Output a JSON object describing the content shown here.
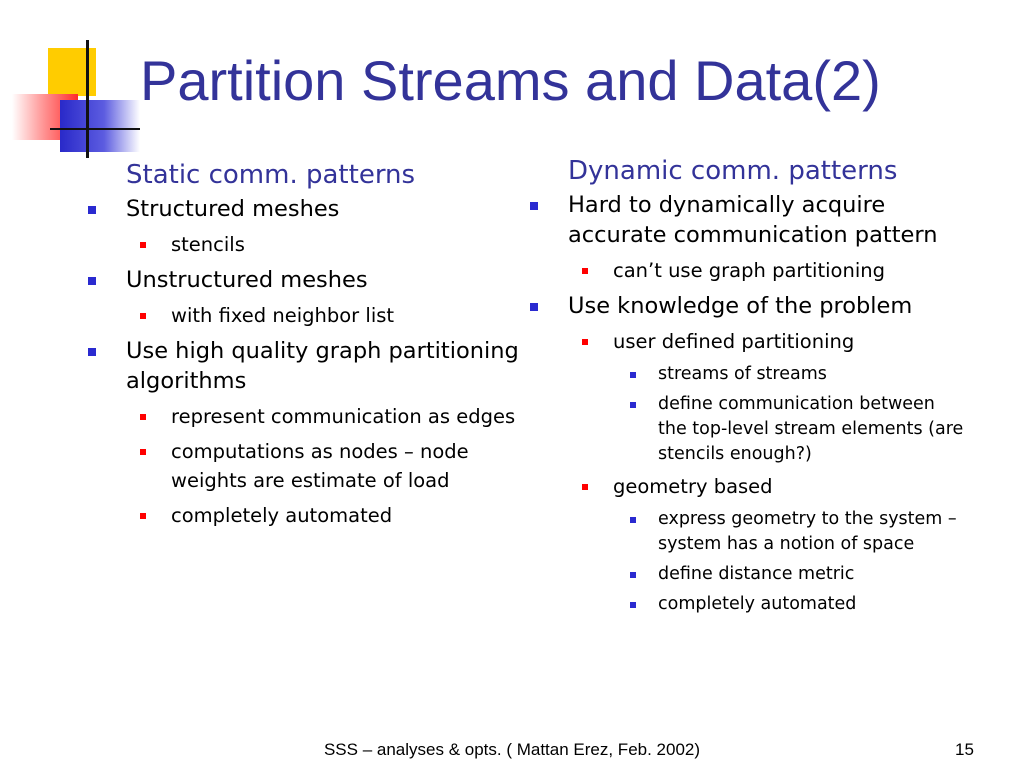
{
  "slide": {
    "title": "Partition Streams and Data(2)",
    "left": {
      "heading": "Static comm. patterns",
      "items": [
        {
          "text": "Structured meshes",
          "sub": [
            "stencils"
          ]
        },
        {
          "text": "Unstructured meshes",
          "sub": [
            "with fixed neighbor list"
          ]
        },
        {
          "text": "Use high quality graph partitioning algorithms",
          "sub": [
            "represent communication as edges",
            "computations as nodes – node weights are estimate of load",
            "completely automated"
          ]
        }
      ]
    },
    "right": {
      "heading": "Dynamic comm. patterns",
      "items": [
        {
          "text": "Hard to dynamically acquire accurate communication pattern",
          "sub": [
            "can’t use graph partitioning"
          ]
        },
        {
          "text": "Use knowledge of the problem",
          "sub": [
            "user defined partitioning",
            "geometry based"
          ],
          "sub_sub": {
            "user_defined": [
              "streams of streams",
              "define communication between the top-level stream elements (are stencils enough?)"
            ],
            "geometry": [
              "express geometry to the system – system has a notion of space",
              "define distance metric",
              "completely automated"
            ]
          }
        }
      ]
    },
    "footer": "SSS – analyses & opts. ( Mattan Erez, Feb. 2002)",
    "page_number": "15"
  },
  "colors": {
    "title": "#333399",
    "bullet_l1": "#2a2ad0",
    "bullet_l2": "#ff0000",
    "decor_yellow": "#ffcc00"
  }
}
